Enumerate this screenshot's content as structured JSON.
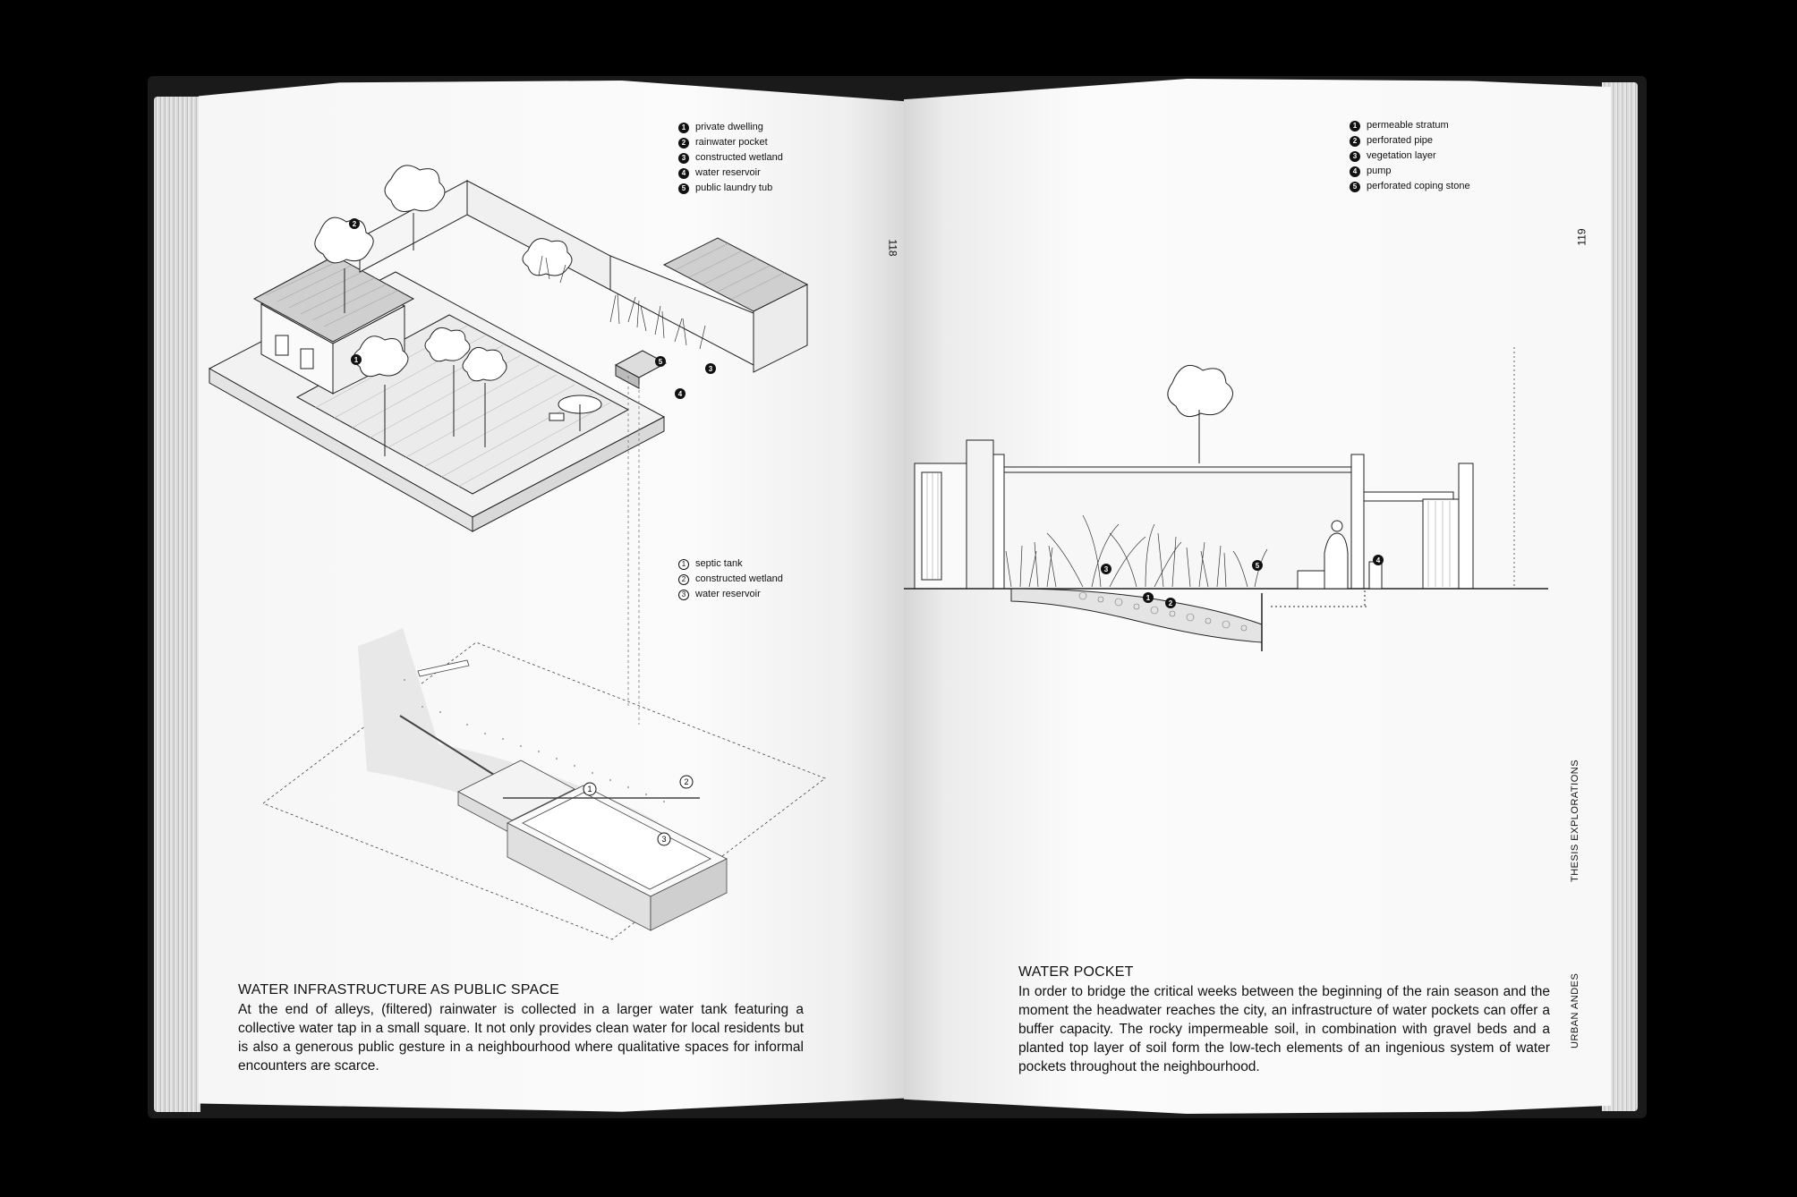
{
  "left_page": {
    "page_number": "118",
    "legend_top": [
      {
        "num": "1",
        "label": "private dwelling"
      },
      {
        "num": "2",
        "label": "rainwater pocket"
      },
      {
        "num": "3",
        "label": "constructed wetland"
      },
      {
        "num": "4",
        "label": "water reservoir"
      },
      {
        "num": "5",
        "label": "public laundry tub"
      }
    ],
    "legend_bottom": [
      {
        "num": "1",
        "label": "septic tank"
      },
      {
        "num": "2",
        "label": "constructed wetland"
      },
      {
        "num": "3",
        "label": "water reservoir"
      }
    ],
    "diagram_markers_top": [
      "1",
      "2",
      "3",
      "4",
      "5"
    ],
    "diagram_markers_bottom": [
      "1",
      "2",
      "3"
    ],
    "heading": "WATER INFRASTRUCTURE AS PUBLIC SPACE",
    "body": "At the end of alleys, (filtered) rainwater is collected in a larger water tank featuring a collective water tap in a small square. It not only provides clean water for local residents but is also a generous public gesture in a neighbourhood where qualitative spaces for informal encounters are scarce."
  },
  "right_page": {
    "page_number": "119",
    "legend": [
      {
        "num": "1",
        "label": "permeable stratum"
      },
      {
        "num": "2",
        "label": "perforated pipe"
      },
      {
        "num": "3",
        "label": "vegetation layer"
      },
      {
        "num": "4",
        "label": "pump"
      },
      {
        "num": "5",
        "label": "perforated coping stone"
      }
    ],
    "diagram_markers": [
      "1",
      "2",
      "3",
      "4",
      "5"
    ],
    "side_labels": [
      "THESIS EXPLORATIONS",
      "URBAN ANDES"
    ],
    "heading": "WATER POCKET",
    "body": "In order to bridge the critical weeks between the beginning of the rain season and the moment the headwater reaches the city, an infrastructure of water pockets can offer a buffer capacity. The rocky impermeable soil, in combination with gravel beds and a planted top layer of soil form the low-tech elements of an ingenious system of water pockets throughout the neighbourhood."
  }
}
